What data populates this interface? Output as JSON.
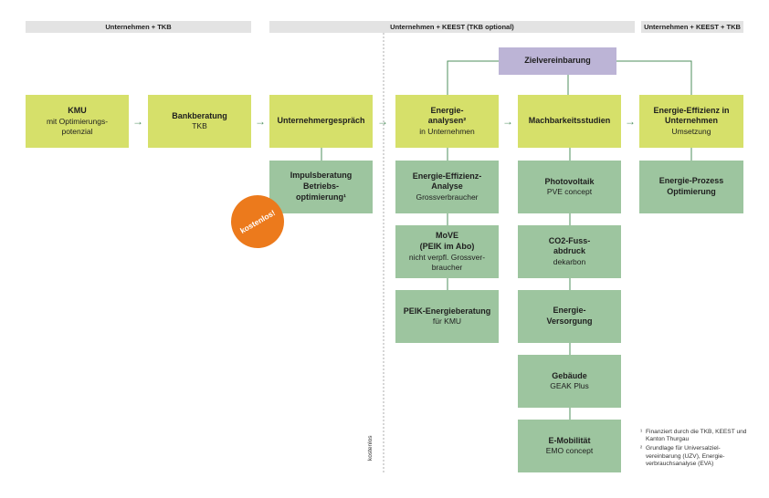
{
  "headers": {
    "a": "Unternehmen + TKB",
    "b": "Unternehmen + KEEST (TKB optional)",
    "c": "Unternehmen + KEEST + TKB"
  },
  "goal": "Zielvereinbarung",
  "row1": {
    "kmu": {
      "title": "KMU",
      "sub": "mit Optimierungs-\npotenzial"
    },
    "bank": {
      "title": "Bankberatung",
      "sub": "TKB"
    },
    "gespraech": {
      "title": "Unternehmergespräch"
    },
    "energie": {
      "title": "Energie-\nanalysen²",
      "sub": "in Unternehmen"
    },
    "mach": {
      "title": "Machbarkeitsstudien"
    },
    "effizienz": {
      "title": "Energie-Effizienz in\nUnternehmen",
      "sub": "Umsetzung"
    }
  },
  "impuls": {
    "title": "Impulsberatung\nBetriebs-\noptimierung¹"
  },
  "badge": "kostenlos!",
  "col_energie": [
    {
      "title": "Energie-Effizienz-\nAnalyse",
      "sub": "Grossverbraucher"
    },
    {
      "title": "MoVE\n(PEIK im Abo)",
      "sub": "nicht verpfl. Grossver-\nbraucher"
    },
    {
      "title": "PEIK-Energieberatung",
      "sub": "für KMU"
    }
  ],
  "col_mach": [
    {
      "title": "Photovoltaik",
      "sub": "PVE concept"
    },
    {
      "title": "CO2-Fuss-\nabdruck",
      "sub": "dekarbon"
    },
    {
      "title": "Energie-\nVersorgung"
    },
    {
      "title": "Gebäude",
      "sub": "GEAK Plus"
    },
    {
      "title": "E-Mobilität",
      "sub": "EMO concept"
    }
  ],
  "prozess": {
    "title": "Energie-Prozess\nOptimierung"
  },
  "vertical_label": "kostenlos",
  "footnotes": [
    {
      "mark": "¹",
      "text": "Finanziert durch die TKB, KEEST und Kanton Thurgau"
    },
    {
      "mark": "²",
      "text": "Grundlage für Universalziel-vereinbarung (UZV), Energie-verbrauchsanalyse (EVA)"
    }
  ],
  "arrow_glyph": "→",
  "colors": {
    "lime": "#d6e06a",
    "sage": "#9dc59f",
    "lavender": "#bcb4d6",
    "orange": "#ec7a1c",
    "line": "#4f8f5e"
  }
}
